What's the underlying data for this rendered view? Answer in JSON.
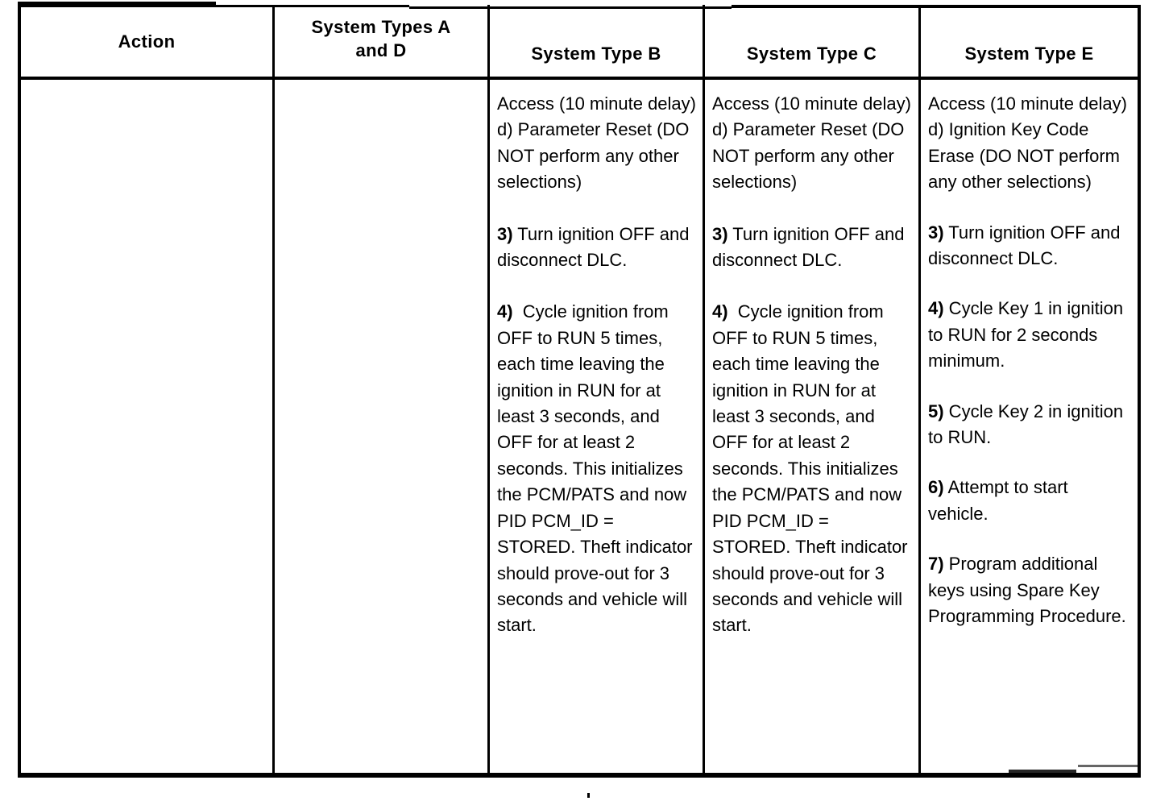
{
  "table": {
    "columns": [
      {
        "key": "action",
        "header": "Action"
      },
      {
        "key": "ad",
        "header": "System Types A\nand D"
      },
      {
        "key": "b",
        "header": "System Type B"
      },
      {
        "key": "c",
        "header": "System Type C"
      },
      {
        "key": "e",
        "header": "System Type E"
      }
    ],
    "header": {
      "action": "Action",
      "ad_line1": "System Types A",
      "ad_line2": "and D",
      "b": "System Type B",
      "c": "System Type C",
      "e": "System Type E"
    },
    "row": {
      "action": "",
      "ad": "",
      "b": {
        "p1_text": "Access (10 minute delay)\nd) Parameter Reset (DO NOT perform any other selections)",
        "p2_lead": "3)",
        "p2_text": " Turn ignition OFF and disconnect DLC.",
        "p3_lead": "4)",
        "p3_text": "  Cycle ignition from OFF to RUN 5 times, each time leaving the ignition in RUN for at least 3 seconds, and OFF for at least 2 seconds. This initializes the PCM/PATS and now PID PCM_ID = STORED. Theft indicator should prove-out for 3 seconds and vehicle will start."
      },
      "c": {
        "p1_text": "Access (10 minute delay)\nd) Parameter Reset (DO NOT perform any other selections)",
        "p2_lead": "3)",
        "p2_text": " Turn ignition OFF and disconnect DLC.",
        "p3_lead": "4)",
        "p3_text": "  Cycle ignition from OFF to RUN 5 times, each time leaving the ignition in RUN for at least 3 seconds, and OFF for at least 2 seconds. This initializes the PCM/PATS and now PID PCM_ID = STORED. Theft indicator should prove-out for 3 seconds and vehicle will start."
      },
      "e": {
        "p1_text": "Access (10 minute delay)\nd) Ignition Key Code Erase (DO NOT perform any other selections)",
        "p2_lead": "3)",
        "p2_text": " Turn ignition OFF and disconnect DLC.",
        "p3_lead": "4)",
        "p3_text": " Cycle Key 1 in ignition to RUN for 2 seconds minimum.",
        "p4_lead": "5)",
        "p4_text": " Cycle Key 2 in ignition to RUN.",
        "p5_lead": "6)",
        "p5_text": " Attempt to start vehicle.",
        "p6_lead": "7)",
        "p6_text": " Program additional keys using Spare Key Programming Procedure."
      }
    }
  },
  "colors": {
    "ink": "#000000",
    "page": "#ffffff"
  }
}
